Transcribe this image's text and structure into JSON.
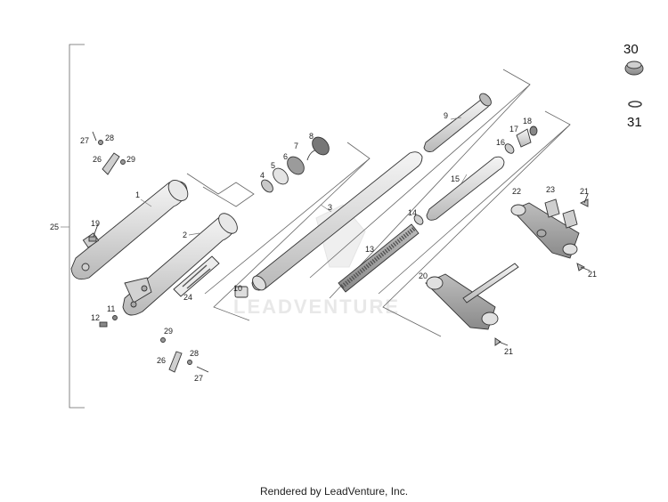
{
  "diagram": {
    "watermark": "LEADVENTURE",
    "callouts": [
      "1",
      "2",
      "3",
      "4",
      "5",
      "6",
      "7",
      "8",
      "9",
      "10",
      "11",
      "12",
      "13",
      "14",
      "15",
      "16",
      "17",
      "18",
      "19",
      "20",
      "21",
      "21",
      "21",
      "22",
      "23",
      "24",
      "25",
      "26",
      "26",
      "27",
      "27",
      "28",
      "28",
      "29",
      "29",
      "30",
      "31"
    ]
  },
  "footer": {
    "text": "Rendered by LeadVenture, Inc."
  }
}
